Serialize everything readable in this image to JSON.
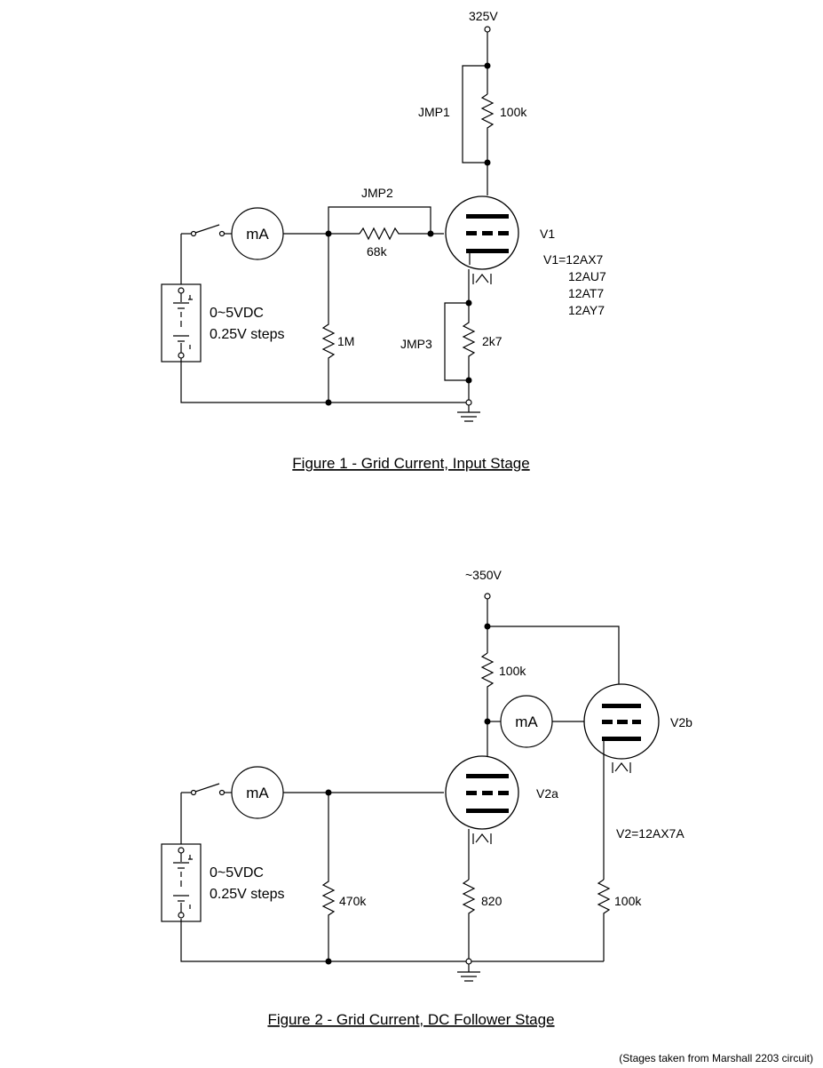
{
  "fig1": {
    "supply": "325V",
    "jmp1": "JMP1",
    "r_plate": "100k",
    "jmp2": "JMP2",
    "r_grid": "68k",
    "tube": "V1",
    "tube_types": [
      "V1=12AX7",
      "12AU7",
      "12AT7",
      "12AY7"
    ],
    "meter": "mA",
    "source_range": "0~5VDC",
    "source_steps": "0.25V steps",
    "r_leak": "1M",
    "jmp3": "JMP3",
    "r_cathode": "2k7",
    "caption": "Figure 1 - Grid Current, Input Stage"
  },
  "fig2": {
    "supply": "~350V",
    "r_plate": "100k",
    "meter_plate": "mA",
    "tube_b": "V2b",
    "meter_grid": "mA",
    "tube_a": "V2a",
    "tube_type": "V2=12AX7A",
    "source_range": "0~5VDC",
    "source_steps": "0.25V steps",
    "r_leak": "470k",
    "r_cathode_a": "820",
    "r_cathode_b": "100k",
    "caption": "Figure 2 - Grid Current, DC Follower Stage"
  },
  "footnote": "(Stages taken from Marshall 2203 circuit)"
}
